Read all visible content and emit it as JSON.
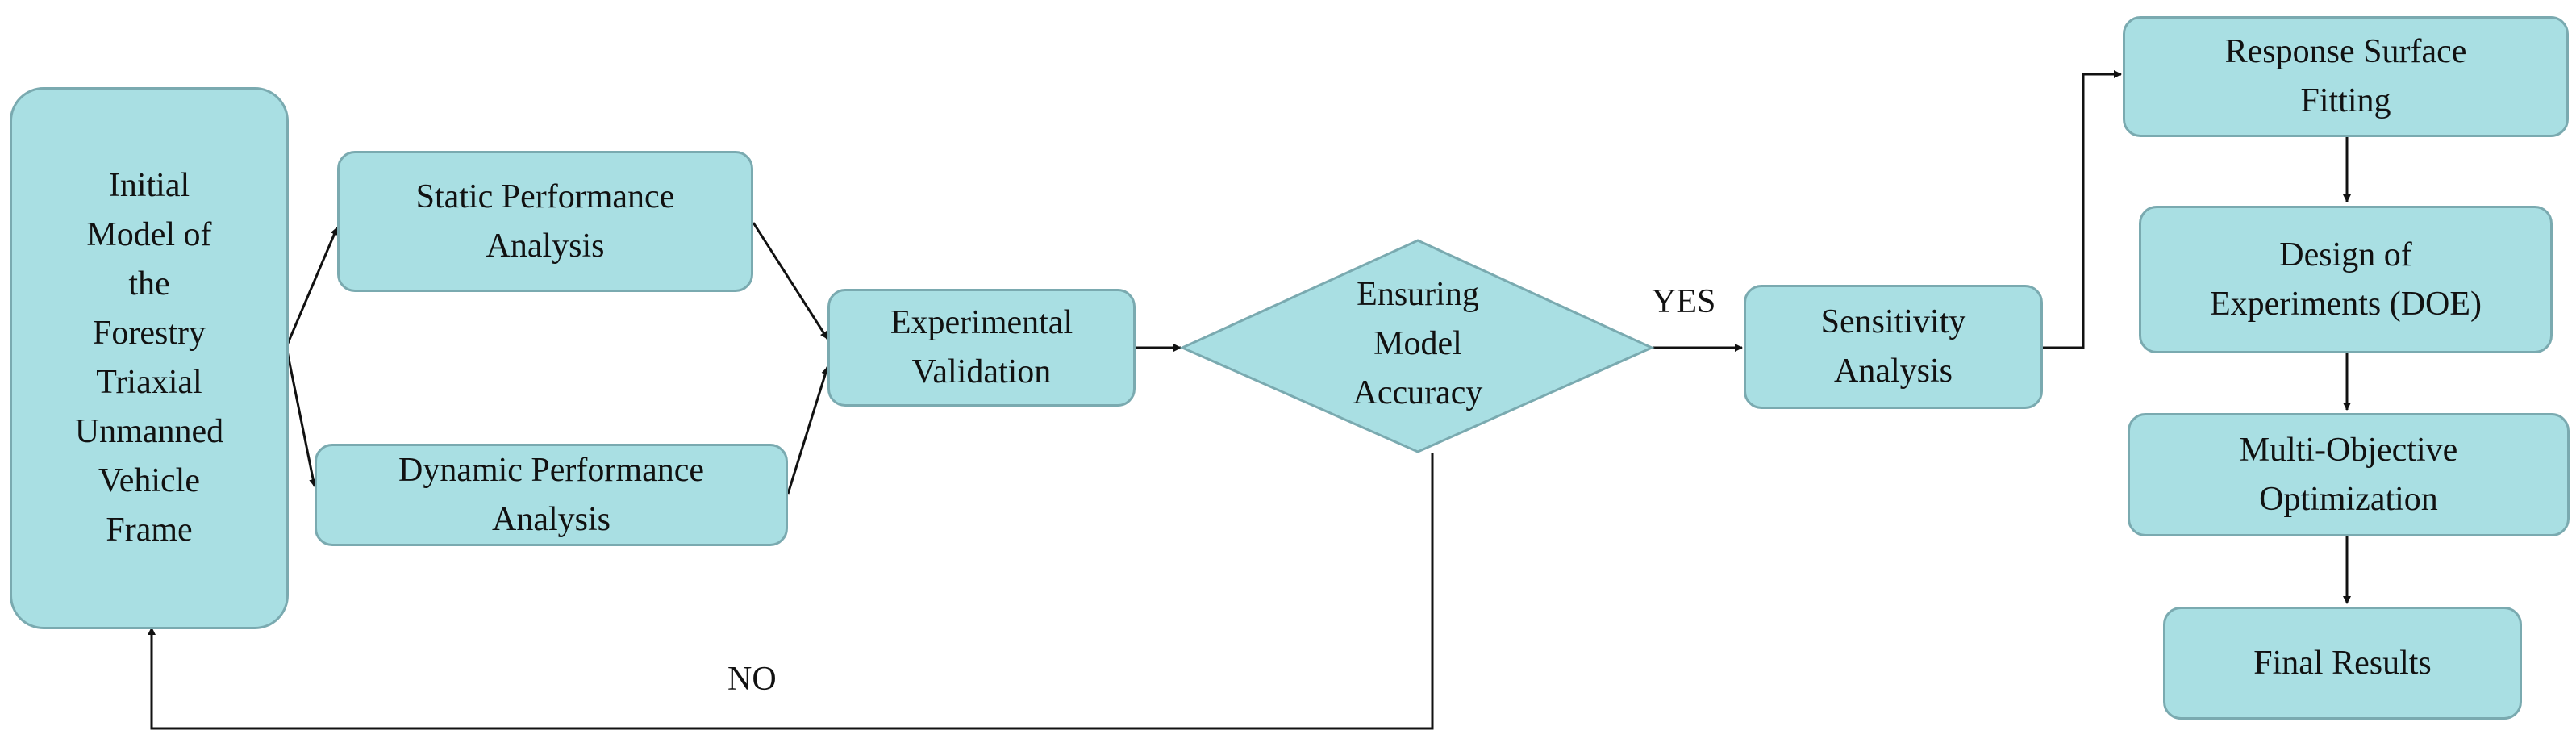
{
  "nodes": {
    "initial_model": {
      "lines": [
        "Initial",
        "Model of",
        "the",
        "Forestry",
        "Triaxial",
        "Unmanned",
        "Vehicle",
        "Frame"
      ]
    },
    "static_analysis": {
      "lines": [
        "Static Performance",
        "Analysis"
      ]
    },
    "dynamic_analysis": {
      "lines": [
        "Dynamic Performance",
        "Analysis"
      ]
    },
    "experimental_validation": {
      "lines": [
        "Experimental",
        "Validation"
      ]
    },
    "ensuring_accuracy": {
      "lines": [
        "Ensuring",
        "Model",
        "Accuracy"
      ]
    },
    "sensitivity_analysis": {
      "lines": [
        "Sensitivity",
        "Analysis"
      ]
    },
    "response_surface": {
      "lines": [
        "Response Surface",
        "Fitting"
      ]
    },
    "doe": {
      "lines": [
        "Design of",
        "Experiments (DOE)"
      ]
    },
    "multi_objective": {
      "lines": [
        "Multi-Objective",
        "Optimization"
      ]
    },
    "final_results": {
      "lines": [
        "Final Results"
      ]
    }
  },
  "edges": {
    "yes_label": "YES",
    "no_label": "NO"
  },
  "colors": {
    "box_fill": "#a9dfe3",
    "box_border": "#7aaab0",
    "line": "#111111"
  }
}
